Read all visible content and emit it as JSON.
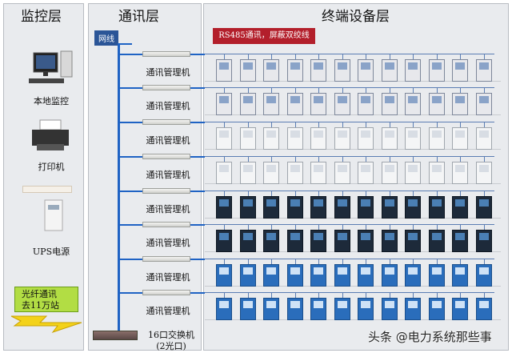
{
  "columns": {
    "monitor": "监控层",
    "comm": "通讯层",
    "terminal": "终端设备层"
  },
  "network_tag": "网线",
  "rs485_tag": "RS485通讯，屏蔽双绞线",
  "left_devices": [
    {
      "label": "本地监控",
      "icon": "computer-icon"
    },
    {
      "label": "打印机",
      "icon": "printer-icon"
    },
    {
      "label": "UPS电源",
      "icon": "ups-icon"
    }
  ],
  "fiber_label_line1": "光纤通讯",
  "fiber_label_line2": "去11万站",
  "comm_managers": [
    "通讯管理机",
    "通讯管理机",
    "通讯管理机",
    "通讯管理机",
    "通讯管理机",
    "通讯管理机",
    "通讯管理机",
    "通讯管理机"
  ],
  "switch_label_line1": "16口交换机",
  "switch_label_line2": "(2光口)",
  "terminal_rows": [
    "protection-relay",
    "protection-relay",
    "meter-white",
    "meter-white",
    "meter-dark",
    "meter-dark",
    "meter-blue",
    "meter-blue"
  ],
  "devices_per_row": [
    12,
    12,
    12,
    12,
    12,
    12,
    12,
    12
  ],
  "watermark": "头条 @电力系统那些事",
  "colors": {
    "bus": "#1f63c4",
    "rs485": "#b31f2b",
    "fiber": "#b2dd44"
  }
}
